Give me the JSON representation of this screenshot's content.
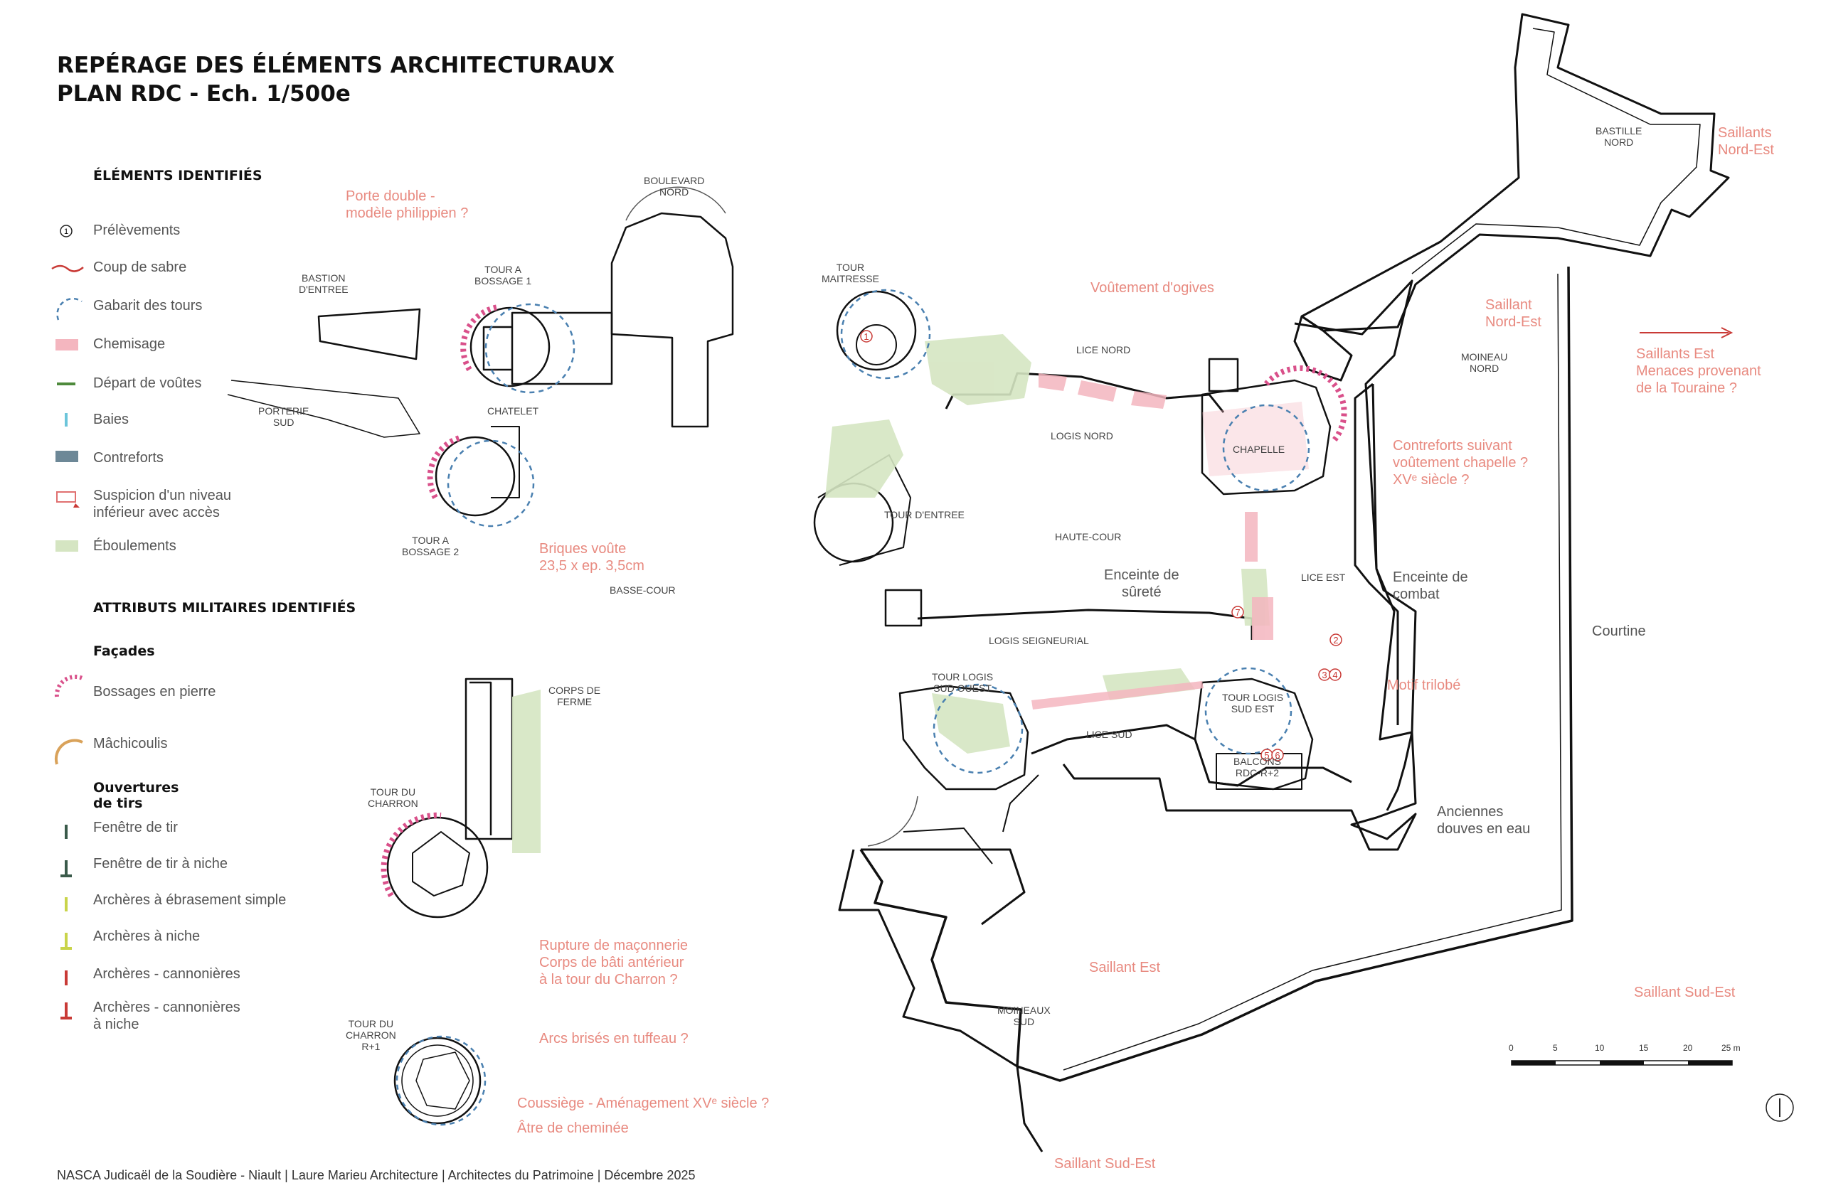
{
  "title": {
    "line1": "REPÉRAGE DES ÉLÉMENTS ARCHITECTURAUX",
    "line2": "PLAN RDC - Ech. 1/500e"
  },
  "legend": {
    "identified_heading": "ÉLÉMENTS IDENTIFIÉS",
    "identified_items": [
      {
        "label": "Prélèvements",
        "icon": "numbered-circle-icon"
      },
      {
        "label": "Coup de sabre",
        "icon": "red-wave-icon"
      },
      {
        "label": "Gabarit des tours",
        "icon": "dashed-arc-icon"
      },
      {
        "label": "Chemisage",
        "icon": "pink-rect-icon"
      },
      {
        "label": "Départ de voûtes",
        "icon": "green-line-icon"
      },
      {
        "label": "Baies",
        "icon": "cyan-line-icon"
      },
      {
        "label": "Contreforts",
        "icon": "slate-rect-icon"
      },
      {
        "label": "Suspicion d'un niveau",
        "label2": "inférieur avec accès",
        "icon": "pink-outline-rect-icon"
      },
      {
        "label": "Éboulements",
        "icon": "green-rect-icon"
      }
    ],
    "military_heading": "ATTRIBUTS MILITAIRES IDENTIFIÉS",
    "facades_heading": "Façades",
    "facades_items": [
      {
        "label": "Bossages en pierre",
        "icon": "dotted-arc-icon"
      },
      {
        "label": "Mâchicoulis",
        "icon": "orange-arc-icon"
      }
    ],
    "openings_heading": "Ouvertures de tirs",
    "openings_items": [
      {
        "label": "Fenêtre de tir",
        "icon": "dark-green-bar-icon"
      },
      {
        "label": "Fenêtre de tir à niche",
        "icon": "dark-green-t-icon"
      },
      {
        "label": "Archères à ébrasement simple",
        "icon": "yellow-bar-icon"
      },
      {
        "label": "Archères à niche",
        "icon": "yellow-t-icon"
      },
      {
        "label": "Archères - cannonières",
        "icon": "red-bar-icon"
      },
      {
        "label": "Archères - cannonières",
        "label2": "à niche",
        "icon": "red-t-icon"
      }
    ]
  },
  "plan_labels": {
    "boulevard_nord": [
      "BOULEVARD",
      "NORD"
    ],
    "bastion_entree": [
      "BASTION",
      "D'ENTREE"
    ],
    "tour_bossage_1": [
      "TOUR A",
      "BOSSAGE 1"
    ],
    "porterie_sud": [
      "PORTERIE",
      "SUD"
    ],
    "chatelet": [
      "CHATELET"
    ],
    "tour_bossage_2": [
      "TOUR A",
      "BOSSAGE 2"
    ],
    "basse_cour": [
      "BASSE-COUR"
    ],
    "tour_maitresse": [
      "TOUR",
      "MAITRESSE"
    ],
    "lice_nord": [
      "LICE NORD"
    ],
    "logis_nord": [
      "LOGIS NORD"
    ],
    "chapelle": [
      "CHAPELLE"
    ],
    "tour_entree": [
      "TOUR D'ENTREE"
    ],
    "haute_cour": [
      "HAUTE-COUR"
    ],
    "lice_est": [
      "LICE EST"
    ],
    "logis_seigneurial": [
      "LOGIS SEIGNEURIAL"
    ],
    "tour_logis_so": [
      "TOUR LOGIS",
      "SUD OUEST"
    ],
    "tour_logis_se": [
      "TOUR LOGIS",
      "SUD EST"
    ],
    "lice_sud": [
      "LICE SUD"
    ],
    "balcons": [
      "BALCONS",
      "RDC-R+2"
    ],
    "corps_ferme": [
      "CORPS DE",
      "FERME"
    ],
    "tour_charron": [
      "TOUR DU",
      "CHARRON"
    ],
    "tour_charron_r1": [
      "TOUR DU",
      "CHARRON",
      "R+1"
    ],
    "moineaux_sud": [
      "MOINEAUX",
      "SUD"
    ],
    "moineau_nord": [
      "MOINEAU",
      "NORD"
    ],
    "bastille_nord": [
      "BASTILLE",
      "NORD"
    ],
    "enceinte_surete": [
      "Enceinte de",
      "sûreté"
    ],
    "enceinte_combat": [
      "Enceinte de",
      "combat"
    ],
    "courtine": [
      "Courtine"
    ],
    "douves": [
      "Anciennes",
      "douves en eau"
    ]
  },
  "annotations": {
    "porte_double": [
      "Porte double -",
      "modèle philippien ?"
    ],
    "voutement_ogives": [
      "Voûtement d'ogives"
    ],
    "saillants_nord_est": [
      "Saillants",
      "Nord-Est"
    ],
    "saillant_nord_est": [
      "Saillant",
      "Nord-Est"
    ],
    "saillants_est": [
      "Saillants Est",
      "Menaces provenant",
      "de la Touraine ?"
    ],
    "contreforts": [
      "Contreforts suivant",
      "voûtement chapelle ?",
      "XVᵉ siècle ?"
    ],
    "briques": [
      "Briques voûte",
      "23,5 x ep. 3,5cm"
    ],
    "motif_trilobe": [
      "Motif trilobé"
    ],
    "rupture": [
      "Rupture de maçonnerie",
      "Corps de bâti antérieur",
      "à la tour du Charron ?"
    ],
    "saillant_est": [
      "Saillant Est"
    ],
    "saillant_sud_est_1": [
      "Saillant Sud-Est"
    ],
    "saillant_sud_est_2": [
      "Saillant Sud-Est"
    ],
    "arcs": [
      "Arcs brisés en tuffeau ?"
    ],
    "coussiege": [
      "Coussiège - Aménagement XVᵉ siècle ?"
    ],
    "atre": [
      "Âtre de cheminée"
    ]
  },
  "samples": [
    "1",
    "2",
    "3",
    "4",
    "5",
    "6",
    "7"
  ],
  "scale": {
    "ticks": [
      "0",
      "5",
      "10",
      "15",
      "20",
      "25 m"
    ]
  },
  "credits": "NASCA Judicaël de la Soudière - Niault | Laure Marieu Architecture  | Architectes du Patrimoine | Décembre 2025",
  "colors": {
    "pink": "#f4b6bf",
    "magenta": "#d9508a",
    "green_fill": "#d5e5c2",
    "slate": "#6d8897",
    "annotation": "#e88a80",
    "red": "#c93a36"
  }
}
